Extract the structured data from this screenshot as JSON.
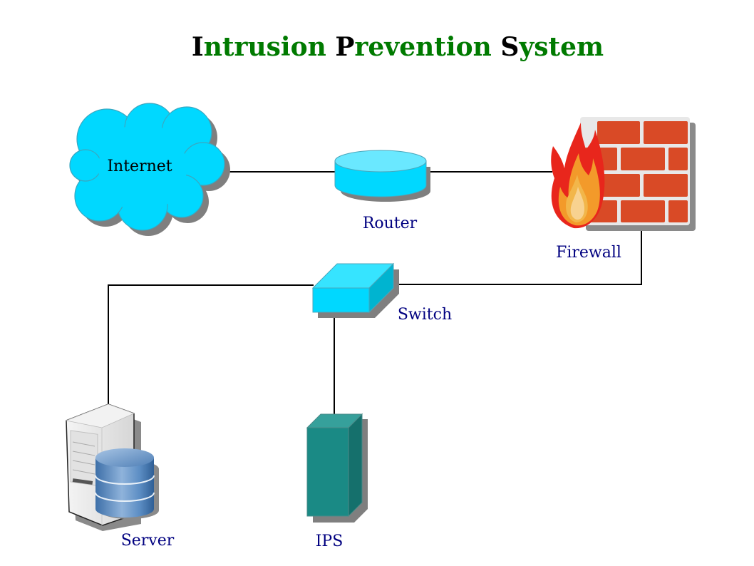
{
  "title": {
    "parts": [
      {
        "initial": "I",
        "rest": "ntrusion"
      },
      {
        "initial": "P",
        "rest": "revention"
      },
      {
        "initial": "S",
        "rest": "ystem"
      }
    ],
    "full": "Intrusion Prevention System",
    "colors": {
      "initial": "#000000",
      "rest": "#007a00"
    }
  },
  "nodes": {
    "internet": {
      "label": "Internet",
      "icon": "cloud-icon"
    },
    "router": {
      "label": "Router",
      "icon": "router-icon"
    },
    "firewall": {
      "label": "Firewall",
      "icon": "firewall-icon"
    },
    "switch": {
      "label": "Switch",
      "icon": "switch-icon"
    },
    "server": {
      "label": "Server",
      "icon": "server-icon"
    },
    "ips": {
      "label": "IPS",
      "icon": "ips-appliance-icon"
    }
  },
  "connections": [
    {
      "from": "internet",
      "to": "router"
    },
    {
      "from": "router",
      "to": "firewall"
    },
    {
      "from": "firewall",
      "to": "switch"
    },
    {
      "from": "switch",
      "to": "server"
    },
    {
      "from": "switch",
      "to": "ips"
    }
  ],
  "colors": {
    "device_cyan": "#00d8ff",
    "ips_teal": "#1a8a85",
    "brick": "#d94a26",
    "label": "#000080",
    "shadow": "#808080"
  }
}
